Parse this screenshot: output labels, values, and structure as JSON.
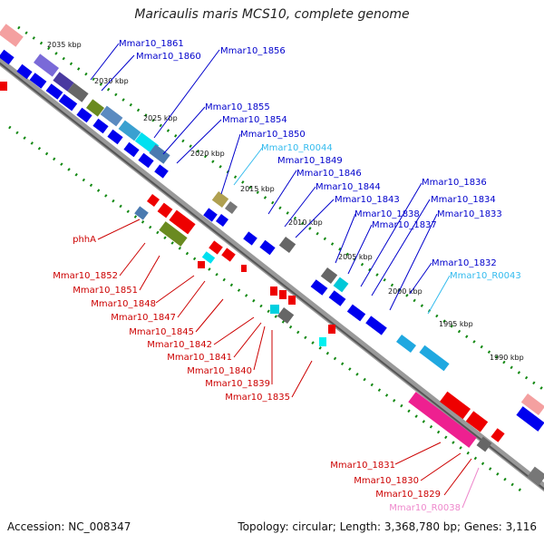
{
  "title": "Maricaulis maris MCS10, complete genome",
  "footer": {
    "accession": "Accession: NC_008347",
    "summary": "Topology: circular; Length: 3,368,780 bp; Genes: 3,116"
  },
  "colors": {
    "forward_label": "#0000cc",
    "reverse_label": "#cc0000",
    "trna_label": "#33bbee",
    "rrna_label": "#ee88cc",
    "ruler_dots": "#118811",
    "backbone": "#888888"
  },
  "kbp_ticks": [
    "2035 kbp",
    "2030 kbp",
    "2025 kbp",
    "2020 kbp",
    "2015 kbp",
    "2010 kbp",
    "2005 kbp",
    "2000 kbp",
    "1995 kbp",
    "1990 kbp"
  ],
  "forward_labels": [
    "Mmar10_1861",
    "Mmar10_1860",
    "Mmar10_1856",
    "Mmar10_1855",
    "Mmar10_1854",
    "Mmar10_1850",
    "Mmar10_R0044",
    "Mmar10_1849",
    "Mmar10_1846",
    "Mmar10_1844",
    "Mmar10_1843",
    "Mmar10_1838",
    "Mmar10_1837",
    "Mmar10_1836",
    "Mmar10_1834",
    "Mmar10_1833",
    "Mmar10_1832",
    "Mmar10_R0043"
  ],
  "reverse_labels": [
    "phhA",
    "Mmar10_1852",
    "Mmar10_1851",
    "Mmar10_1848",
    "Mmar10_1847",
    "Mmar10_1845",
    "Mmar10_1842",
    "Mmar10_1841",
    "Mmar10_1840",
    "Mmar10_1839",
    "Mmar10_1835",
    "Mmar10_1831",
    "Mmar10_1830",
    "Mmar10_1829",
    "Mmar10_R0038"
  ]
}
